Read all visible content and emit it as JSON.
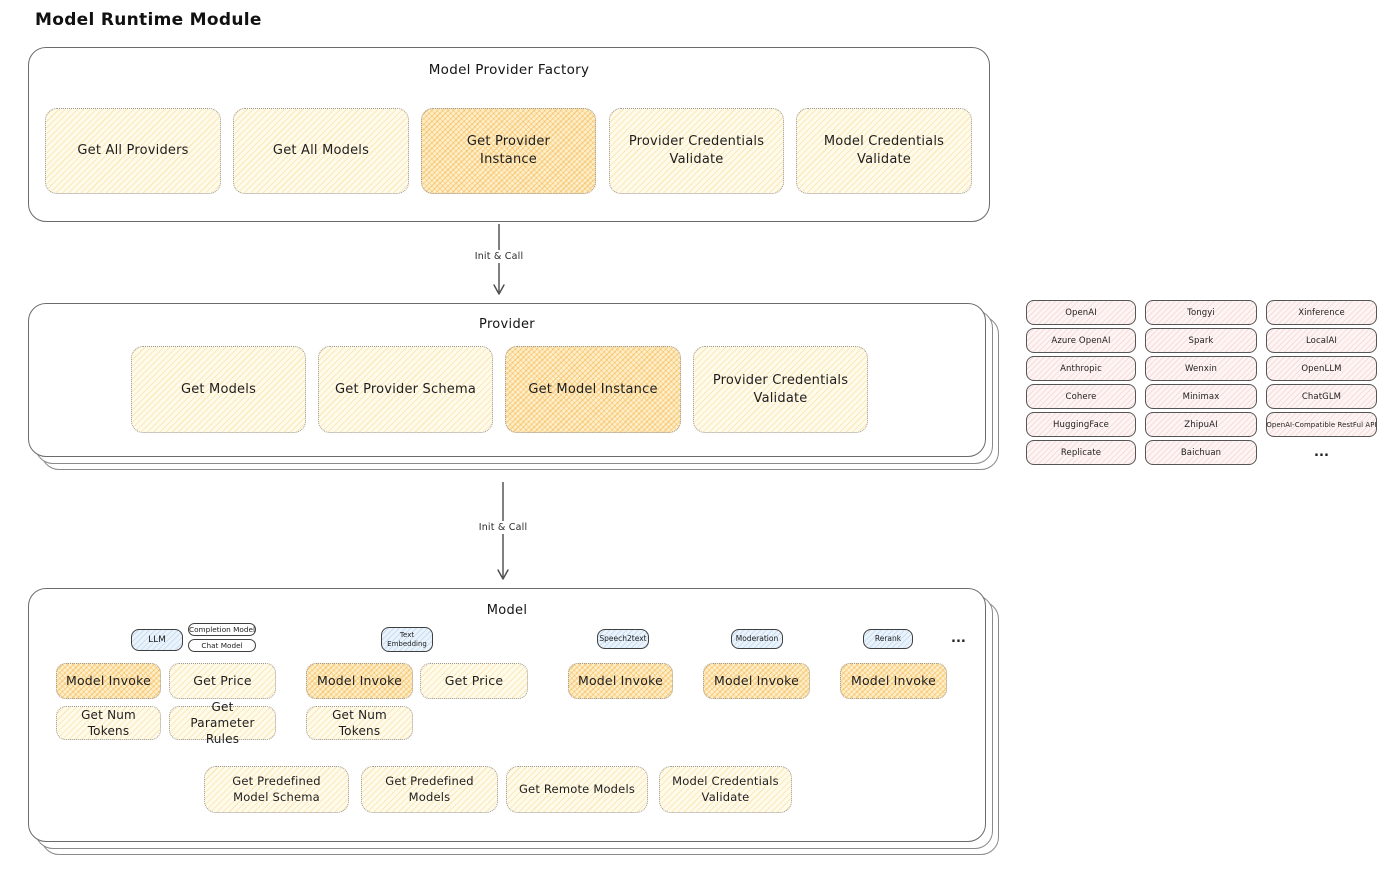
{
  "page_title": "Model Runtime Module",
  "factory": {
    "title": "Model Provider Factory",
    "buttons": [
      {
        "label": "Get All Providers",
        "highlighted": false
      },
      {
        "label": "Get All Models",
        "highlighted": false
      },
      {
        "label": "Get Provider Instance",
        "highlighted": true
      },
      {
        "label": "Provider Credentials Validate",
        "highlighted": false
      },
      {
        "label": "Model Credentials Validate",
        "highlighted": false
      }
    ]
  },
  "arrows": [
    {
      "label": "Init & Call"
    },
    {
      "label": "Init & Call"
    }
  ],
  "provider": {
    "title": "Provider",
    "buttons": [
      {
        "label": "Get Models",
        "highlighted": false
      },
      {
        "label": "Get Provider Schema",
        "highlighted": false
      },
      {
        "label": "Get Model Instance",
        "highlighted": true
      },
      {
        "label": "Provider Credentials Validate",
        "highlighted": false
      }
    ]
  },
  "provider_list": {
    "columns": [
      [
        "OpenAI",
        "Azure OpenAI",
        "Anthropic",
        "Cohere",
        "HuggingFace",
        "Replicate"
      ],
      [
        "Tongyi",
        "Spark",
        "Wenxin",
        "Minimax",
        "ZhipuAI",
        "Baichuan"
      ],
      [
        "Xinference",
        "LocalAI",
        "OpenLLM",
        "ChatGLM",
        "OpenAI-Compatible RestFul API",
        "..."
      ]
    ]
  },
  "model": {
    "title": "Model",
    "groups": [
      {
        "tab": "LLM",
        "sub_tabs": [
          "Completion Model",
          "Chat Model"
        ],
        "buttons": [
          "Model Invoke",
          "Get Price",
          "Get Num Tokens",
          "Get Parameter Rules"
        ]
      },
      {
        "tab": "Text Embedding",
        "buttons": [
          "Model Invoke",
          "Get Price",
          "Get Num Tokens"
        ]
      },
      {
        "tab": "Speech2text",
        "buttons": [
          "Model Invoke"
        ]
      },
      {
        "tab": "Moderation",
        "buttons": [
          "Model Invoke"
        ]
      },
      {
        "tab": "Rerank",
        "buttons": [
          "Model Invoke"
        ]
      }
    ],
    "more_label": "...",
    "bottom_buttons": [
      "Get Predefined Model Schema",
      "Get Predefined Models",
      "Get Remote Models",
      "Model Credentials Validate"
    ]
  },
  "colors": {
    "button_fill": "#FFFBEB",
    "button_hatch": "#F6C460",
    "highlight_fill": "#FDEFC9",
    "highlight_hatch": "#F3A633",
    "provider_pill_fill": "#FDF5F4",
    "provider_pill_hatch": "#E27878",
    "tab_fill": "#EAF3FB",
    "tab_hatch": "#6EA0D2",
    "ink": "#1E1E1E",
    "border_gray": "#6B6B6B"
  }
}
